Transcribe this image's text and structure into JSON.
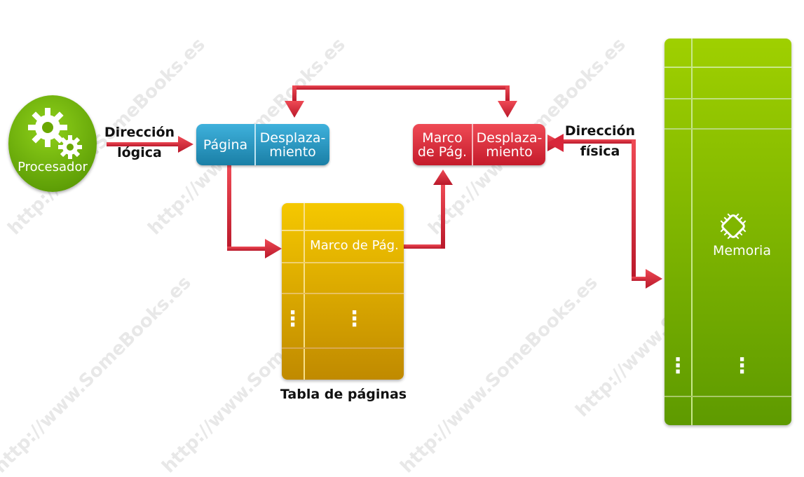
{
  "processor": {
    "label": "Procesador"
  },
  "logical_address": {
    "line1": "Dirección",
    "line2": "lógica"
  },
  "physical_address": {
    "line1": "Dirección",
    "line2": "física"
  },
  "logical_box": {
    "page": "Página",
    "offset_line1": "Desplaza-",
    "offset_line2": "miento"
  },
  "physical_box": {
    "frame_line1": "Marco",
    "frame_line2": "de Pág.",
    "offset_line1": "Desplaza-",
    "offset_line2": "miento"
  },
  "page_table": {
    "entry": "Marco de Pág.",
    "ellipsis": "⋮",
    "caption": "Tabla de páginas"
  },
  "memory": {
    "label": "Memoria",
    "ellipsis": "⋮"
  },
  "watermark": {
    "text": "http://www.SomeBooks.es"
  },
  "colors": {
    "arrow": "#d8263a",
    "blue": "#2e9fce",
    "red": "#e0323f",
    "gold": "#e6b000",
    "green": "#7bbd00"
  }
}
